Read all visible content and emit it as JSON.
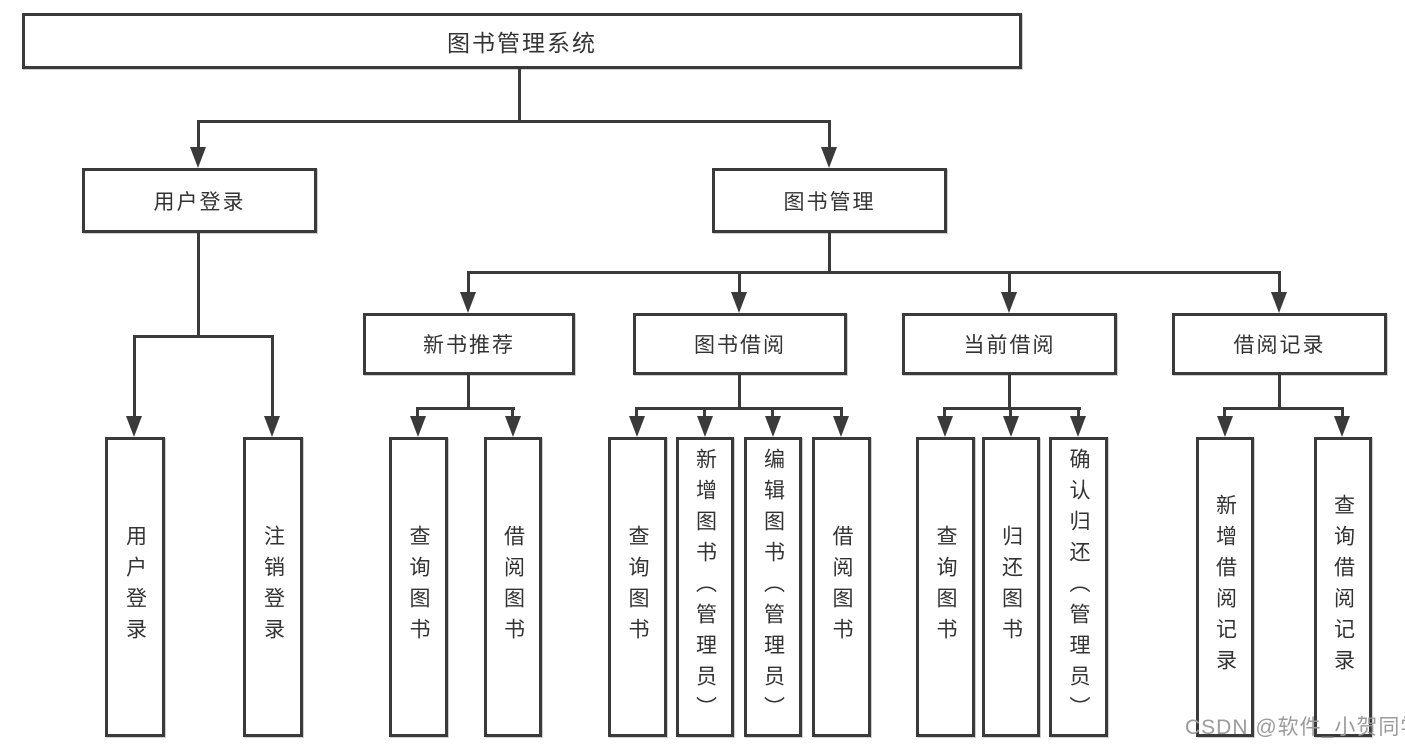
{
  "colors": {
    "line": "#3a3a3a",
    "text": "#333333",
    "background": "#ffffff",
    "watermark": "#9b9b9b"
  },
  "watermark": "CSDN @软件_小贺同学",
  "tree": {
    "root": {
      "label": "图书管理系统"
    },
    "branches": [
      {
        "label": "用户登录",
        "leaves": [
          {
            "label": "用户登录"
          },
          {
            "label": "注销登录"
          }
        ]
      },
      {
        "label": "图书管理",
        "groups": [
          {
            "label": "新书推荐",
            "leaves": [
              {
                "label": "查询图书"
              },
              {
                "label": "借阅图书"
              }
            ]
          },
          {
            "label": "图书借阅",
            "leaves": [
              {
                "label": "查询图书"
              },
              {
                "label": "新增图书（管理员）"
              },
              {
                "label": "编辑图书（管理员）"
              },
              {
                "label": "借阅图书"
              }
            ]
          },
          {
            "label": "当前借阅",
            "leaves": [
              {
                "label": "查询图书"
              },
              {
                "label": "归还图书"
              },
              {
                "label": "确认归还（管理员）"
              }
            ]
          },
          {
            "label": "借阅记录",
            "leaves": [
              {
                "label": "新增借阅记录"
              },
              {
                "label": "查询借阅记录"
              }
            ]
          }
        ]
      }
    ]
  }
}
